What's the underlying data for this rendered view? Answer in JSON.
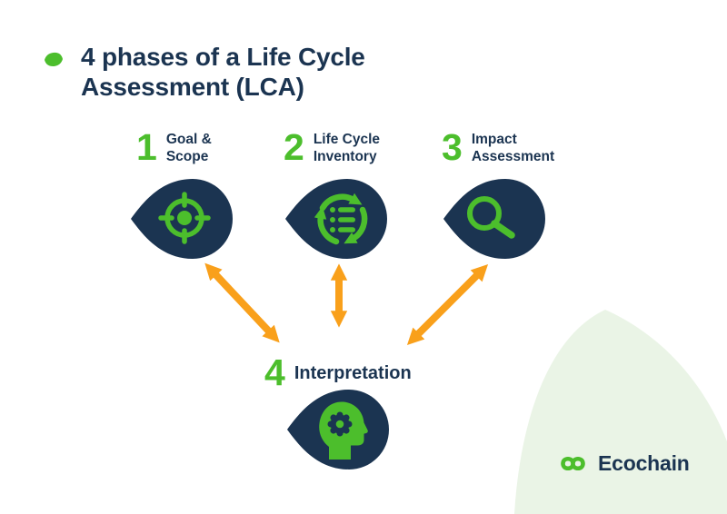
{
  "colors": {
    "navy": "#1B3451",
    "green": "#4CBE2C",
    "orange": "#F9A01B",
    "mint": "#EAF4E6",
    "background": "#FFFFFF"
  },
  "title": {
    "line1": "4 phases of a Life Cycle",
    "line2": "Assessment (LCA)",
    "bullet_icon": "leaf-bullet-icon"
  },
  "phases": [
    {
      "number": "1",
      "line1": "Goal &",
      "line2": "Scope",
      "icon": "target-icon"
    },
    {
      "number": "2",
      "line1": "Life Cycle",
      "line2": "Inventory",
      "icon": "cycle-list-icon"
    },
    {
      "number": "3",
      "line1": "Impact",
      "line2": "Assessment",
      "icon": "magnifier-icon"
    },
    {
      "number": "4",
      "label": "Interpretation",
      "icon": "head-gear-icon"
    }
  ],
  "arrows": [
    {
      "name": "arrow-phase1-phase4",
      "direction": "double-headed diagonal"
    },
    {
      "name": "arrow-phase2-phase4",
      "direction": "double-headed vertical"
    },
    {
      "name": "arrow-phase3-phase4",
      "direction": "double-headed diagonal"
    }
  ],
  "logo": {
    "text": "Ecochain",
    "icon": "infinity-chain-icon"
  }
}
